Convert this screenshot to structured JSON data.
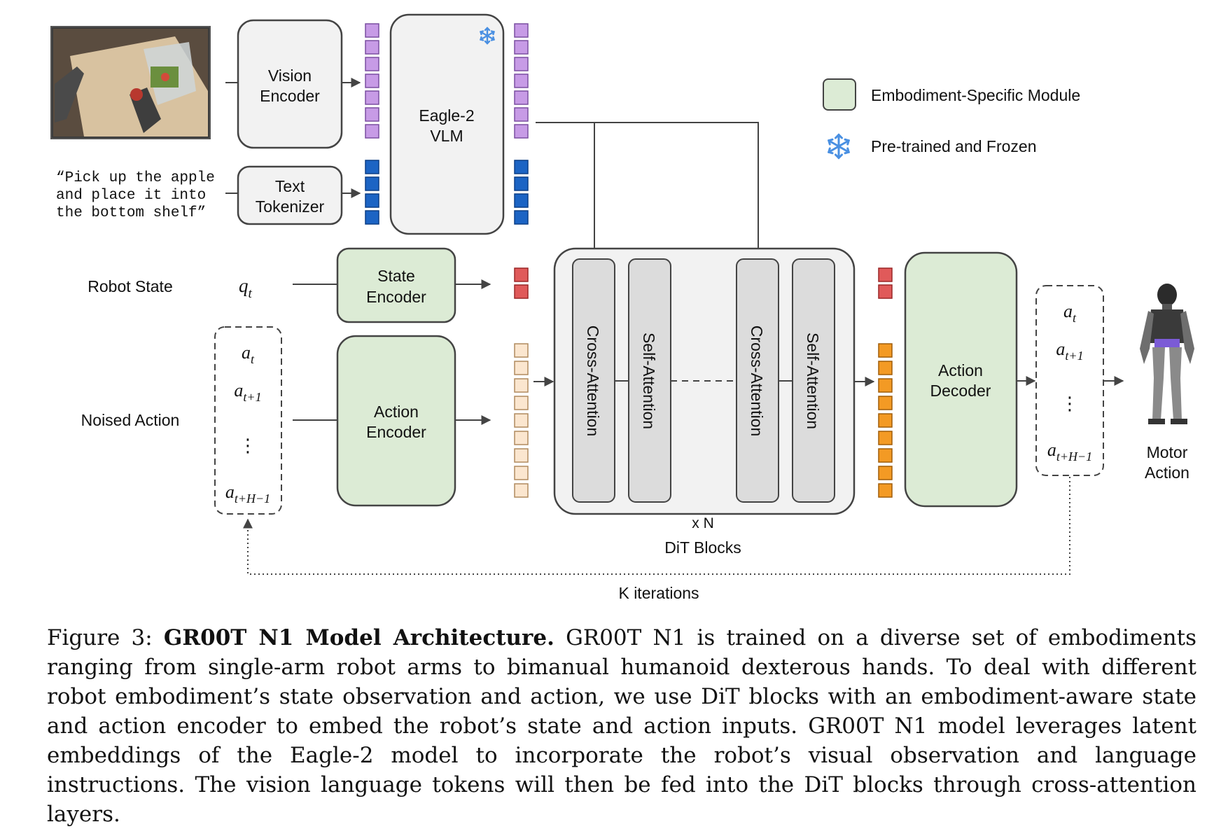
{
  "inputs": {
    "instruction_lines": [
      "“Pick up the apple",
      "and place it into",
      "the bottom shelf”"
    ],
    "robot_state_label": "Robot State",
    "robot_state_symbol": "q",
    "robot_state_sub": "t",
    "noised_action_label": "Noised Action"
  },
  "modules": {
    "vision_encoder": [
      "Vision",
      "Encoder"
    ],
    "text_tokenizer": [
      "Text",
      "Tokenizer"
    ],
    "vlm": [
      "Eagle-2",
      "VLM"
    ],
    "state_encoder": [
      "State",
      "Encoder"
    ],
    "action_encoder": [
      "Action",
      "Encoder"
    ],
    "action_decoder": [
      "Action",
      "Decoder"
    ]
  },
  "dit": {
    "blocks": [
      "Cross-Attention",
      "Self-Attention",
      "Cross-Attention",
      "Self-Attention"
    ],
    "repeat_label": "x N",
    "title": "DiT Blocks"
  },
  "action_sequence": {
    "symbol": "a",
    "subs": [
      "t",
      "t+1",
      "t+H−1"
    ],
    "ellipsis": "⋮"
  },
  "output": {
    "label_lines": [
      "Motor",
      "Action"
    ]
  },
  "loop_label": "K iterations",
  "legend": [
    {
      "label": "Embodiment-Specific Module",
      "icon": "green-square-icon"
    },
    {
      "label": "Pre-trained and Frozen",
      "icon": "snowflake-icon"
    }
  ],
  "colors": {
    "embodiment_green": "#dcebd5",
    "frozen_blue": "#4a90e2",
    "vision_token": "#c79be6",
    "text_token": "#1c64c4",
    "state_token": "#e05a5a",
    "noise_token": "#fbe6cf",
    "output_token": "#f39a24",
    "dit_block": "#dcdcdc",
    "dit_frame": "#f2f2f2",
    "module_gray": "#f2f2f2"
  },
  "caption": {
    "prefix": "Figure 3: ",
    "title": "GR00T N1 Model Architecture.",
    "body": " GR00T N1 is trained on a diverse set of embodiments ranging from single-arm robot arms to bimanual humanoid dexterous hands. To deal with different robot embodiment’s state observation and action, we use DiT blocks with an embodiment-aware state and action encoder to embed the robot’s state and action inputs. GR00T N1 model leverages latent embeddings of the Eagle-2 model to incorporate the robot’s visual observation and language instructions. The vision language tokens will then be fed into the DiT blocks through cross-attention layers."
  }
}
